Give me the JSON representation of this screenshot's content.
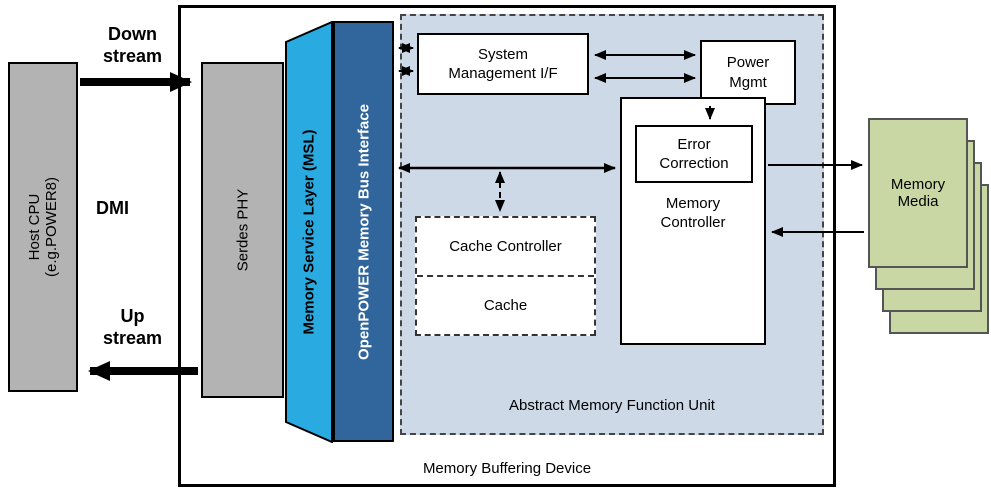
{
  "labels": {
    "downstream": "Down\nstream",
    "dmi": "DMI",
    "upstream": "Up\nstream",
    "host_cpu": "Host CPU\n(e.g.POWER8)",
    "serdes_phy": "Serdes PHY",
    "msl": "Memory Service Layer (MSL)",
    "openpower_bus": "OpenPOWER Memory Bus Interface",
    "system_management": "System\nManagement I/F",
    "power_mgmt": "Power\nMgmt",
    "error_correction": "Error\nCorrection",
    "memory_controller": "Memory\nController",
    "cache_controller": "Cache Controller",
    "cache": "Cache",
    "amf_unit": "Abstract Memory Function Unit",
    "device": "Memory Buffering Device",
    "memory_media": "Memory\nMedia"
  },
  "colors": {
    "gray_block": "#b3b3b3",
    "msl_cyan": "#29abe2",
    "bus_blue": "#31669c",
    "amf_bg": "#cdd9e7",
    "media_green": "#c8d7a3"
  }
}
